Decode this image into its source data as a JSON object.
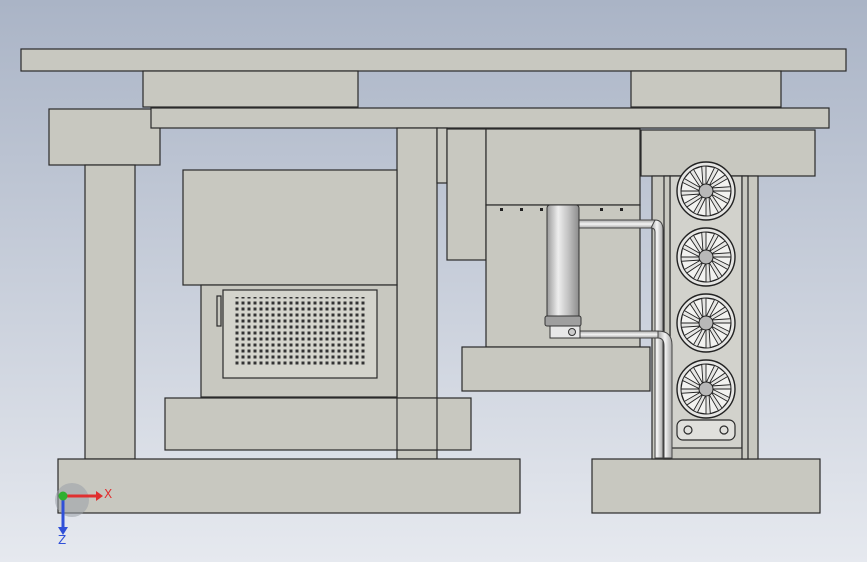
{
  "viewport": {
    "background_top": "#aab4c6",
    "background_bottom": "#e6e9ef"
  },
  "model": {
    "part_fill": "#c8c8c0",
    "part_stroke": "#2a2a2a",
    "pipe_fill": "#d8d8d8",
    "cylinder_fill": "#bdbdbd"
  },
  "fans": {
    "count": 4
  },
  "triad": {
    "x_axis": {
      "label": "X",
      "color": "#e03030"
    },
    "y_axis": {
      "color": "#30b030"
    },
    "z_axis": {
      "label": "Z",
      "color": "#3050d8"
    }
  }
}
